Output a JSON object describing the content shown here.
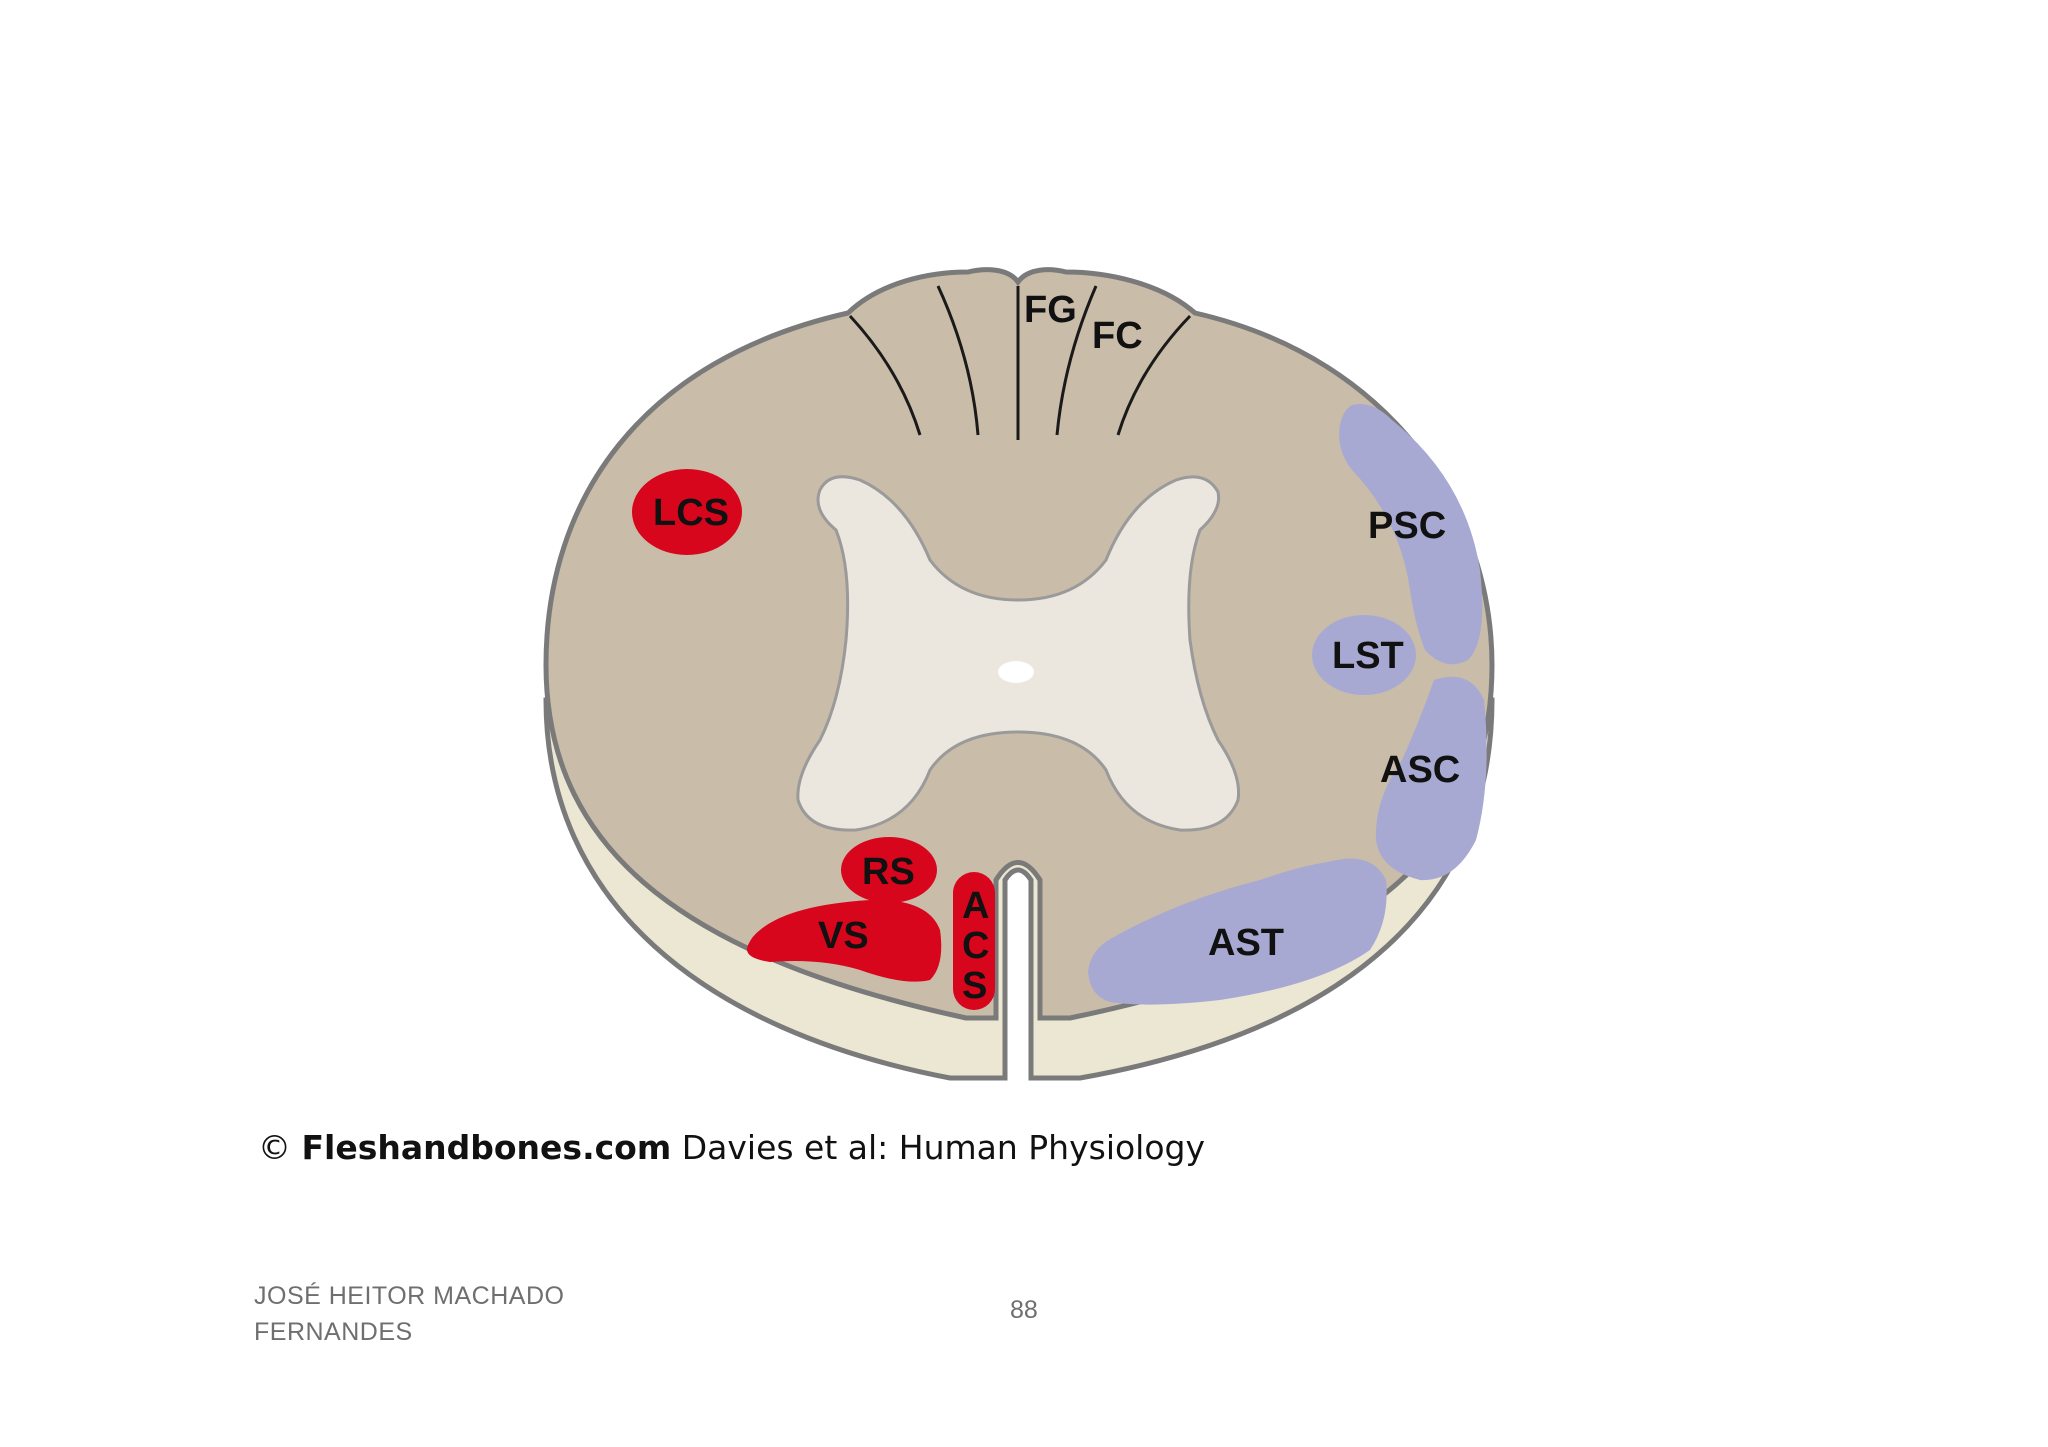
{
  "diagram": {
    "labels": {
      "fg": "FG",
      "fc": "FC",
      "lcs": "LCS",
      "psc": "PSC",
      "lst": "LST",
      "asc": "ASC",
      "ast": "AST",
      "rs": "RS",
      "vs": "VS",
      "acs_a": "A",
      "acs_c": "C",
      "acs_s": "S"
    },
    "colors": {
      "white_matter": "#c9bca8",
      "gray_matter": "#ebe6de",
      "outline": "#7a7a7a",
      "slab_side": "#ece7d3",
      "motor_tract": "#d8061d",
      "sensory_tract": "#a7a9d3"
    }
  },
  "credit": {
    "symbol": "©",
    "brand": "Fleshandbones.com",
    "source": "Davies et al: Human Physiology"
  },
  "footer": {
    "author_line1": "JOSÉ  HEITOR  MACHADO",
    "author_line2": "FERNANDES",
    "page_number": "88"
  }
}
